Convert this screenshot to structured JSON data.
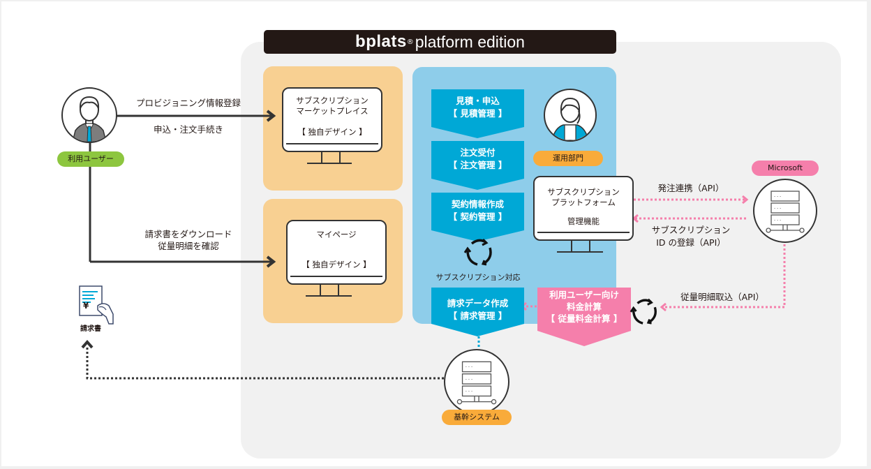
{
  "title": {
    "brand": "bplats",
    "registered": "®",
    "edition": "platform edition"
  },
  "user": {
    "label": "利用ユーザー",
    "arrow_top_label": "プロビジョニング情報登録",
    "arrow_bottom_label": "申込・注文手続き",
    "download_label_1": "請求書をダウンロード",
    "download_label_2": "従量明細を確認"
  },
  "invoice": {
    "label": "請求書",
    "currency_symbol": "¥"
  },
  "marketplace": {
    "line1": "サブスクリプション",
    "line2": "マーケットプレイス",
    "design": "【 独自デザイン 】"
  },
  "mypage": {
    "line1": "マイページ",
    "design": "【 独自デザイン 】"
  },
  "steps": [
    {
      "title": "見積・申込",
      "sub": "【 見積管理 】"
    },
    {
      "title": "注文受付",
      "sub": "【 注文管理 】"
    },
    {
      "title": "契約情報作成",
      "sub": "【 契約管理 】"
    },
    {
      "title": "請求データ作成",
      "sub": "【 請求管理 】"
    }
  ],
  "cycle_label": "サブスクリプション対応",
  "operations": {
    "label": "運用部門"
  },
  "admin": {
    "line1": "サブスクリプション",
    "line2": "プラットフォーム",
    "line3": "管理機能"
  },
  "usage_calc": {
    "line1": "利用ユーザー向け",
    "line2": "料金計算",
    "line3": "【 従量料金計算 】"
  },
  "microsoft": {
    "label": "Microsoft",
    "order_api": "発注連携（API）",
    "id_api_1": "サブスクリプション",
    "id_api_2": "ID の登録（API）",
    "usage_api": "従量明細取込（API）"
  },
  "core_system": {
    "label": "基幹システム"
  },
  "colors": {
    "dark": "#231815",
    "orange_panel": "#f8d092",
    "blue_panel": "#8ecdea",
    "step_blue": "#00a8d6",
    "pink": "#f57fab",
    "green": "#8dc63f",
    "orange_pill": "#f9ab3a",
    "platform_bg": "#f1f1f1"
  }
}
